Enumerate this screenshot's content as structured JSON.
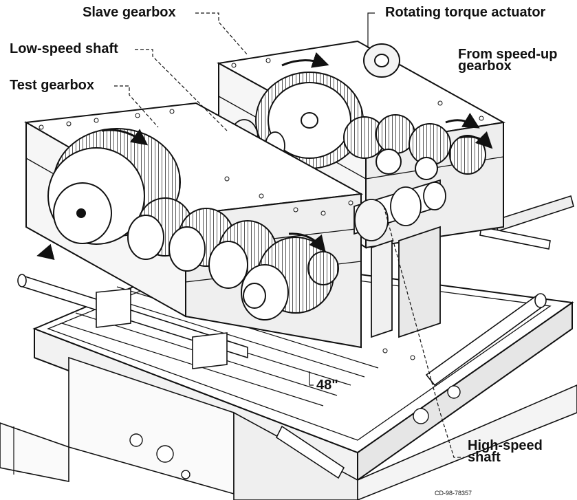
{
  "labels": {
    "slave_gearbox": "Slave gearbox",
    "rotating_torque_actuator": "Rotating torque actuator",
    "low_speed_shaft": "Low-speed shaft",
    "from_speed_up_line1": "From speed-up",
    "from_speed_up_line2": "gearbox",
    "test_gearbox": "Test gearbox",
    "dimension_48": "48\"",
    "high_speed_line1": "High-speed",
    "high_speed_line2": "shaft",
    "figure_id": "CD-98-78357"
  },
  "colors": {
    "ink": "#111111",
    "paper": "#ffffff",
    "shade": "#cfcfcf",
    "light_shade": "#e6e6e6"
  }
}
